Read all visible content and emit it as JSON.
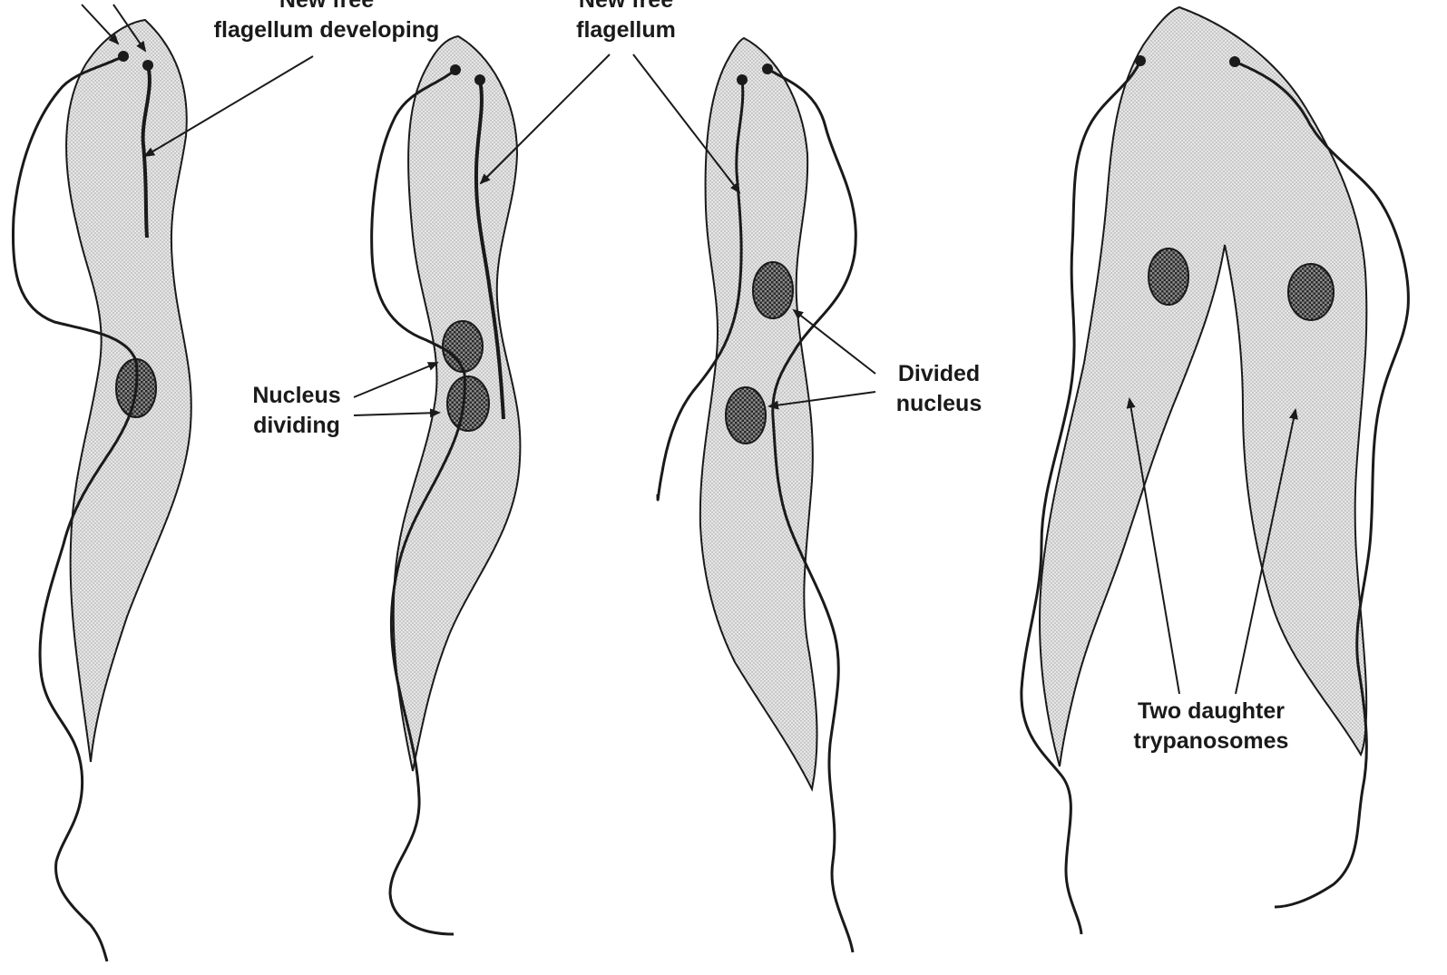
{
  "labels": {
    "new_flagellum_developing_top": "New free",
    "new_flagellum_developing_bottom": "flagellum developing",
    "new_flagellum_top": "New free",
    "new_flagellum_bottom": "flagellum",
    "nucleus_dividing_top": "Nucleus",
    "nucleus_dividing_bottom": "dividing",
    "divided_nucleus_top": "Divided",
    "divided_nucleus_bottom": "nucleus",
    "two_daughters_top": "Two daughter",
    "two_daughters_bottom": "trypanosomes"
  },
  "colors": {
    "cell_fill": "#d9d9d9",
    "stroke": "#1a1a1a",
    "nucleus_fill": "#6f6f6f"
  }
}
